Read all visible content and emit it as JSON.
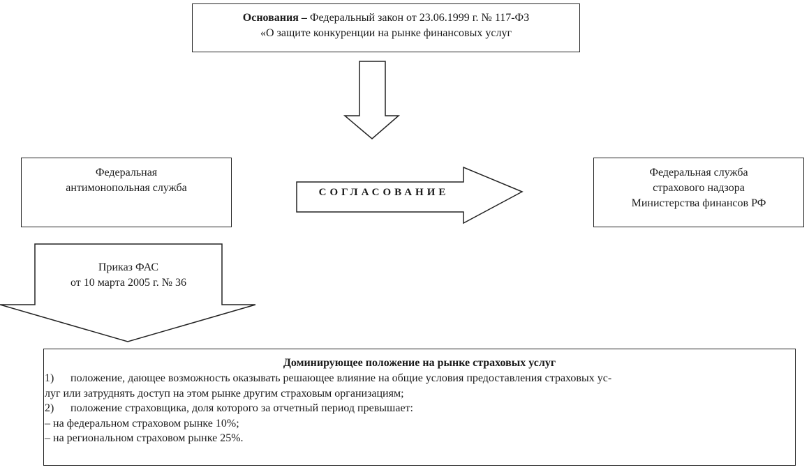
{
  "basis": {
    "bold_label": "Основания –",
    "line1_rest": " Федеральный закон от 23.06.1999 г. № 117-ФЗ",
    "line2": "«О защите конкуренции на рынке финансовых услуг"
  },
  "fas": {
    "line1": "Федеральная",
    "line2": "антимонопольная служба"
  },
  "agreement_arrow": {
    "label": "СОГЛАСОВАНИЕ"
  },
  "fssn": {
    "line1": "Федеральная служба",
    "line2": "страхового надзора",
    "line3": "Министерства финансов РФ"
  },
  "order_arrow": {
    "line1": "Приказ ФАС",
    "line2": "от 10 марта 2005 г. № 36"
  },
  "dominance": {
    "title": "Доминирующее положение на рынке страховых услуг",
    "item1_num": "1)",
    "item1_line1": "положение, дающее возможность оказывать решающее влияние на общие условия предоставления страховых ус-",
    "item1_line2": "луг или затруднять доступ на этом рынке другим страховым организациям;",
    "item2_num": "2)",
    "item2_text": "положение страховщика, доля которого за отчетный период превышает:",
    "bullet1": "– на федеральном страховом рынке 10%;",
    "bullet2": "– на региональном страховом рынке 25%."
  }
}
